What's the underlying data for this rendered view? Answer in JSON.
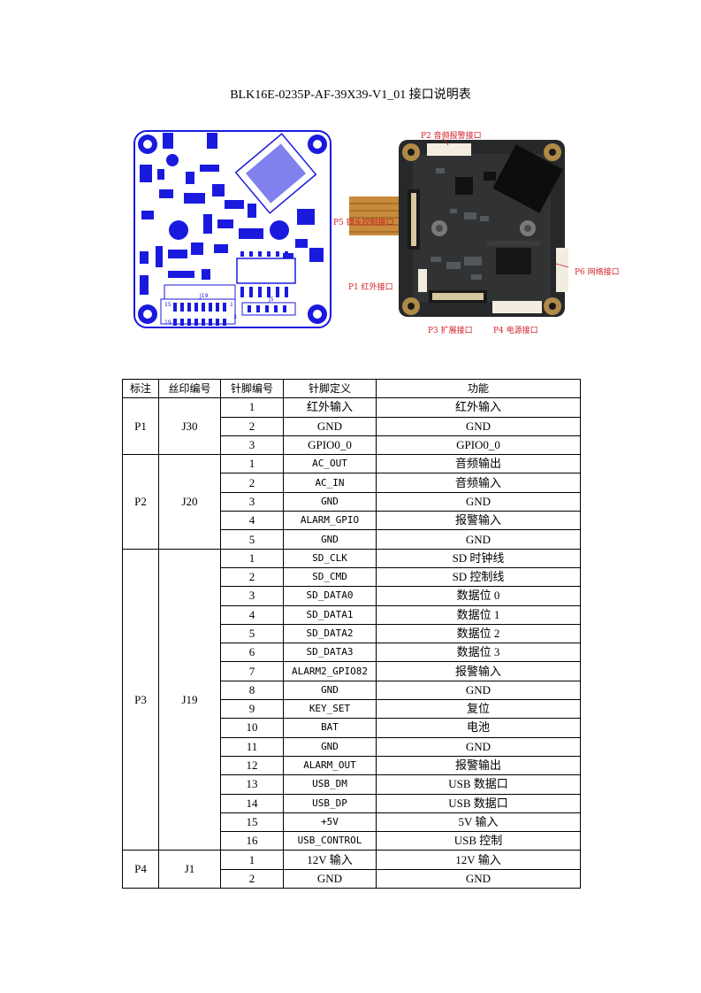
{
  "title": "BLK16E-0235P-AF-39X39-V1_01 接口说明表",
  "figure": {
    "labels": {
      "p2": "P2 音频报警接口",
      "p5": "P5 镜头控制接口",
      "p6": "P6 网络接口",
      "p1": "P1  红外接口",
      "p3": "P3 扩展接口",
      "p4": "P4 电源接口"
    },
    "silk": {
      "j19": "J19",
      "j5": "J5",
      "n15": "15",
      "n1": "1",
      "n3": "3",
      "n19": "19"
    }
  },
  "table": {
    "headers": [
      "标注",
      "丝印编号",
      "针脚编号",
      "针脚定义",
      "功能"
    ],
    "groups": [
      {
        "mark": "P1",
        "silk": "J30",
        "rows": [
          {
            "pin": "1",
            "def": "红外输入",
            "func": "红外输入"
          },
          {
            "pin": "2",
            "def": "GND",
            "func": "GND"
          },
          {
            "pin": "3",
            "def": "GPIO0_0",
            "func": "GPIO0_0"
          }
        ]
      },
      {
        "mark": "P2",
        "silk": "J20",
        "rows": [
          {
            "pin": "1",
            "def": "AC_OUT",
            "func": "音频输出"
          },
          {
            "pin": "2",
            "def": "AC_IN",
            "func": "音频输入"
          },
          {
            "pin": "3",
            "def": "GND",
            "func": "GND"
          },
          {
            "pin": "4",
            "def": "ALARM_GPIO",
            "func": "报警输入"
          },
          {
            "pin": "5",
            "def": "GND",
            "func": "GND"
          }
        ]
      },
      {
        "mark": "P3",
        "silk": "J19",
        "rows": [
          {
            "pin": "1",
            "def": "SD_CLK",
            "func": "SD 时钟线"
          },
          {
            "pin": "2",
            "def": "SD_CMD",
            "func": "SD 控制线"
          },
          {
            "pin": "3",
            "def": "SD_DATA0",
            "func": "数据位 0"
          },
          {
            "pin": "4",
            "def": "SD_DATA1",
            "func": "数据位 1"
          },
          {
            "pin": "5",
            "def": "SD_DATA2",
            "func": "数据位 2"
          },
          {
            "pin": "6",
            "def": "SD_DATA3",
            "func": "数据位 3"
          },
          {
            "pin": "7",
            "def": "ALARM2_GPIO82",
            "func": "报警输入"
          },
          {
            "pin": "8",
            "def": "GND",
            "func": "GND"
          },
          {
            "pin": "9",
            "def": "KEY_SET",
            "func": "复位"
          },
          {
            "pin": "10",
            "def": "BAT",
            "func": "电池"
          },
          {
            "pin": "11",
            "def": "GND",
            "func": "GND"
          },
          {
            "pin": "12",
            "def": "ALARM_OUT",
            "func": "报警输出"
          },
          {
            "pin": "13",
            "def": "USB_DM",
            "func": "USB 数据口"
          },
          {
            "pin": "14",
            "def": "USB_DP",
            "func": "USB 数据口"
          },
          {
            "pin": "15",
            "def": "+5V",
            "func": "5V 输入"
          },
          {
            "pin": "16",
            "def": "USB_CONTROL",
            "func": "USB 控制"
          }
        ]
      },
      {
        "mark": "P4",
        "silk": "J1",
        "rows": [
          {
            "pin": "1",
            "def": "12V 输入",
            "func": "12V 输入"
          },
          {
            "pin": "2",
            "def": "GND",
            "func": "GND"
          }
        ]
      }
    ]
  }
}
